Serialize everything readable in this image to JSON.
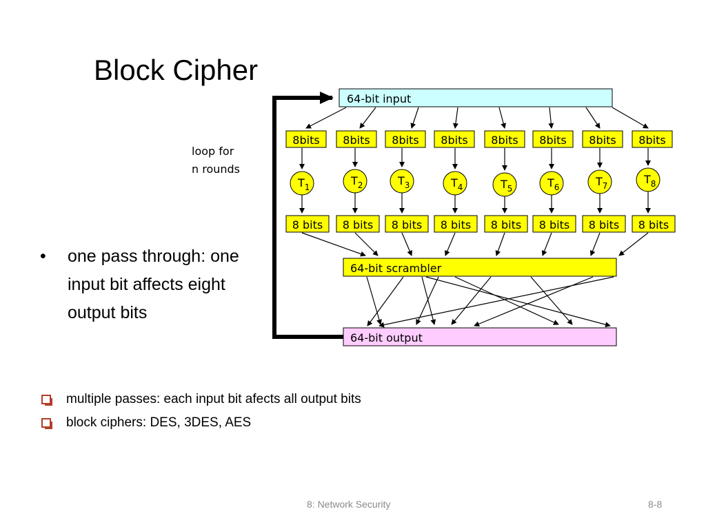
{
  "slide": {
    "title": "Block Cipher",
    "bullet": "one pass through: one input bit affects eight output bits",
    "sub_bullets": [
      "multiple passes: each input bit afects all output bits",
      "block ciphers: DES, 3DES, AES"
    ],
    "footer_left": "8: Network Security",
    "footer_right": "8-8"
  },
  "diagram": {
    "input_label": "64-bit input",
    "loop_label_line1": "loop for",
    "loop_label_line2": "n rounds",
    "top_blocks": [
      "8bits",
      "8bits",
      "8bits",
      "8bits",
      "8bits",
      "8bits",
      "8bits",
      "8bits"
    ],
    "tables": [
      {
        "base": "T",
        "sub": "1"
      },
      {
        "base": "T",
        "sub": "2"
      },
      {
        "base": "T",
        "sub": "3"
      },
      {
        "base": "T",
        "sub": "4"
      },
      {
        "base": "T",
        "sub": "5"
      },
      {
        "base": "T",
        "sub": "6"
      },
      {
        "base": "T",
        "sub": "7"
      },
      {
        "base": "T",
        "sub": "8"
      }
    ],
    "bottom_blocks": [
      "8 bits",
      "8 bits",
      "8 bits",
      "8 bits",
      "8 bits",
      "8 bits",
      "8 bits",
      "8 bits"
    ],
    "scrambler_label": "64-bit scrambler",
    "output_label": "64-bit output",
    "colors": {
      "input_fill": "#ccffff",
      "block_fill": "#ffff00",
      "output_fill": "#ffccff",
      "bullet_marker": "#b33d2a"
    }
  }
}
